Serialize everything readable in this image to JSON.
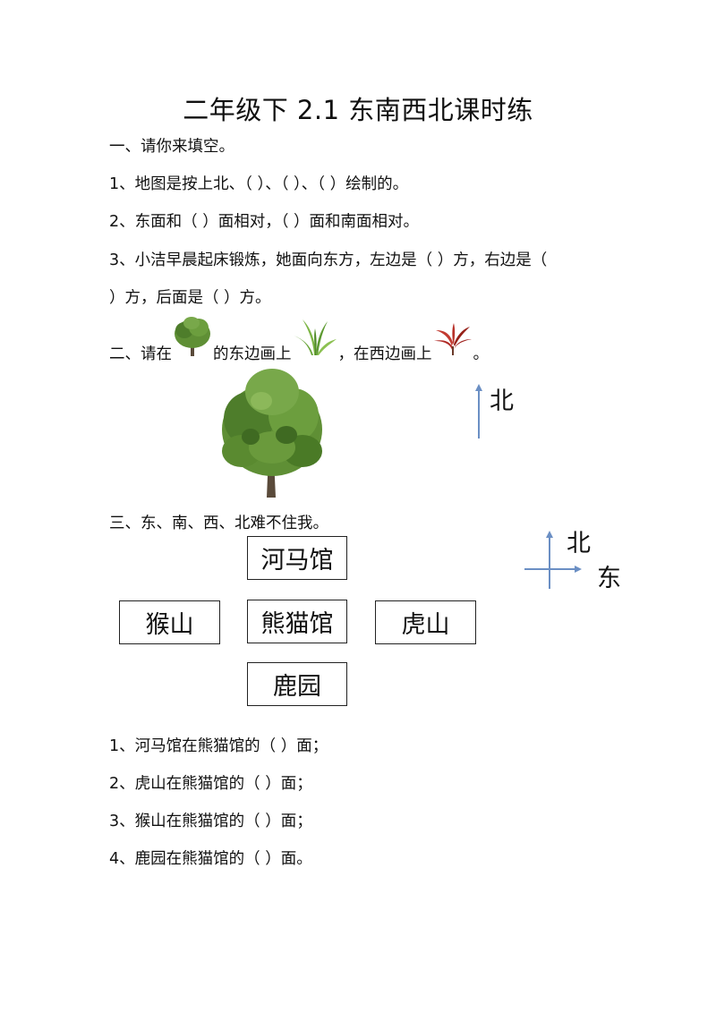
{
  "title": "二年级下 2.1 东南西北课时练",
  "section1": {
    "heading": "一、请你来填空。",
    "q1": "1、地图是按上北、（    ）、（    ）、（    ）绘制的。",
    "q2": "2、东面和（    ）面相对，（    ）面和南面相对。",
    "q3_line1": "3、小洁早晨起床锻炼，她面向东方，左边是（     ）方，右边是（",
    "q3_line2": "）方，后面是（     ）方。"
  },
  "section2": {
    "part1": "二、请在",
    "part2": "的东边画上",
    "part3": "，在西边画上",
    "part4": "。",
    "compass_label": "北"
  },
  "section3": {
    "heading": "三、东、南、西、北难不住我。",
    "boxes": {
      "north": "河马馆",
      "west": "猴山",
      "center": "熊猫馆",
      "east": "虎山",
      "south": "鹿园"
    },
    "compass_north": "北",
    "compass_east": "东",
    "questions": [
      "1、河马馆在熊猫馆的（    ）面；",
      "2、虎山在熊猫馆的（    ）面；",
      "3、猴山在熊猫馆的（    ）面；",
      "4、鹿园在熊猫馆的（    ）面。"
    ]
  },
  "colors": {
    "arrow": "#6b8fc4",
    "foliage": "#5f8f35",
    "foliage_dark": "#3f6a22",
    "trunk": "#5a4a3a",
    "leaf_red": "#b02a26"
  }
}
